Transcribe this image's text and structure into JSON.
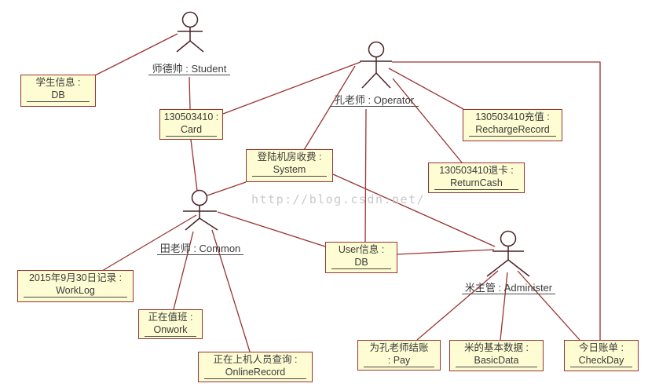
{
  "diagram": {
    "watermark": "http://blog.csdn.net/",
    "colors": {
      "link_line": "#993333",
      "box_fill": "#fdfcd2",
      "box_border": "#993333",
      "actor_stroke": "#4a2328",
      "text": "#3b3b3b",
      "watermark": "#c9c9c9"
    },
    "actors": [
      {
        "name": "师德帅",
        "type": "Student",
        "label": "师德帅 : Student"
      },
      {
        "name": "孔老师",
        "type": "Operator",
        "label": "孔老师 : Operator"
      },
      {
        "name": "田老师",
        "type": "Common",
        "label": "田老师 : Common"
      },
      {
        "name": "米主管",
        "type": "Administer",
        "label": "米主管 : Administer"
      }
    ],
    "objects": [
      {
        "line1": "学生信息 :",
        "line2": "DB"
      },
      {
        "line1": "130503410 :",
        "line2": "Card"
      },
      {
        "line1": "登陆机房收费 :",
        "line2": "System"
      },
      {
        "line1": "130503410充值 :",
        "line2": "RechargeRecord"
      },
      {
        "line1": "130503410退卡 :",
        "line2": "ReturnCash"
      },
      {
        "line1": "User信息 :",
        "line2": "DB"
      },
      {
        "line1": "2015年9月30日记录 :",
        "line2": "WorkLog"
      },
      {
        "line1": "正在值班 :",
        "line2": "Onwork"
      },
      {
        "line1": "正在上机人员查询 :",
        "line2": "OnlineRecord"
      },
      {
        "line1": "为孔老师结账",
        "line2": ": Pay"
      },
      {
        "line1": "米的基本数据 :",
        "line2": "BasicData"
      },
      {
        "line1": "今日账单 :",
        "line2": "CheckDay"
      }
    ],
    "links": [
      {
        "from": "师德帅 : Student",
        "to": "学生信息 : DB"
      },
      {
        "from": "师德帅 : Student",
        "to": "130503410 : Card"
      },
      {
        "from": "130503410 : Card",
        "to": "孔老师 : Operator"
      },
      {
        "from": "130503410 : Card",
        "to": "田老师 : Common"
      },
      {
        "from": "孔老师 : Operator",
        "to": "登陆机房收费 : System"
      },
      {
        "from": "孔老师 : Operator",
        "to": "User信息 : DB"
      },
      {
        "from": "孔老师 : Operator",
        "to": "130503410充值 : RechargeRecord"
      },
      {
        "from": "孔老师 : Operator",
        "to": "130503410退卡 : ReturnCash"
      },
      {
        "from": "孔老师 : Operator",
        "to": "今日账单 : CheckDay"
      },
      {
        "from": "田老师 : Common",
        "to": "2015年9月30日记录 : WorkLog"
      },
      {
        "from": "田老师 : Common",
        "to": "正在值班 : Onwork"
      },
      {
        "from": "田老师 : Common",
        "to": "正在上机人员查询 : OnlineRecord"
      },
      {
        "from": "田老师 : Common",
        "to": "User信息 : DB"
      },
      {
        "from": "田老师 : Common",
        "to": "登陆机房收费 : System"
      },
      {
        "from": "登陆机房收费 : System",
        "to": "米主管 : Administer"
      },
      {
        "from": "User信息 : DB",
        "to": "米主管 : Administer"
      },
      {
        "from": "米主管 : Administer",
        "to": "为孔老师结账 : Pay"
      },
      {
        "from": "米主管 : Administer",
        "to": "米的基本数据 : BasicData"
      },
      {
        "from": "米主管 : Administer",
        "to": "今日账单 : CheckDay"
      }
    ]
  }
}
